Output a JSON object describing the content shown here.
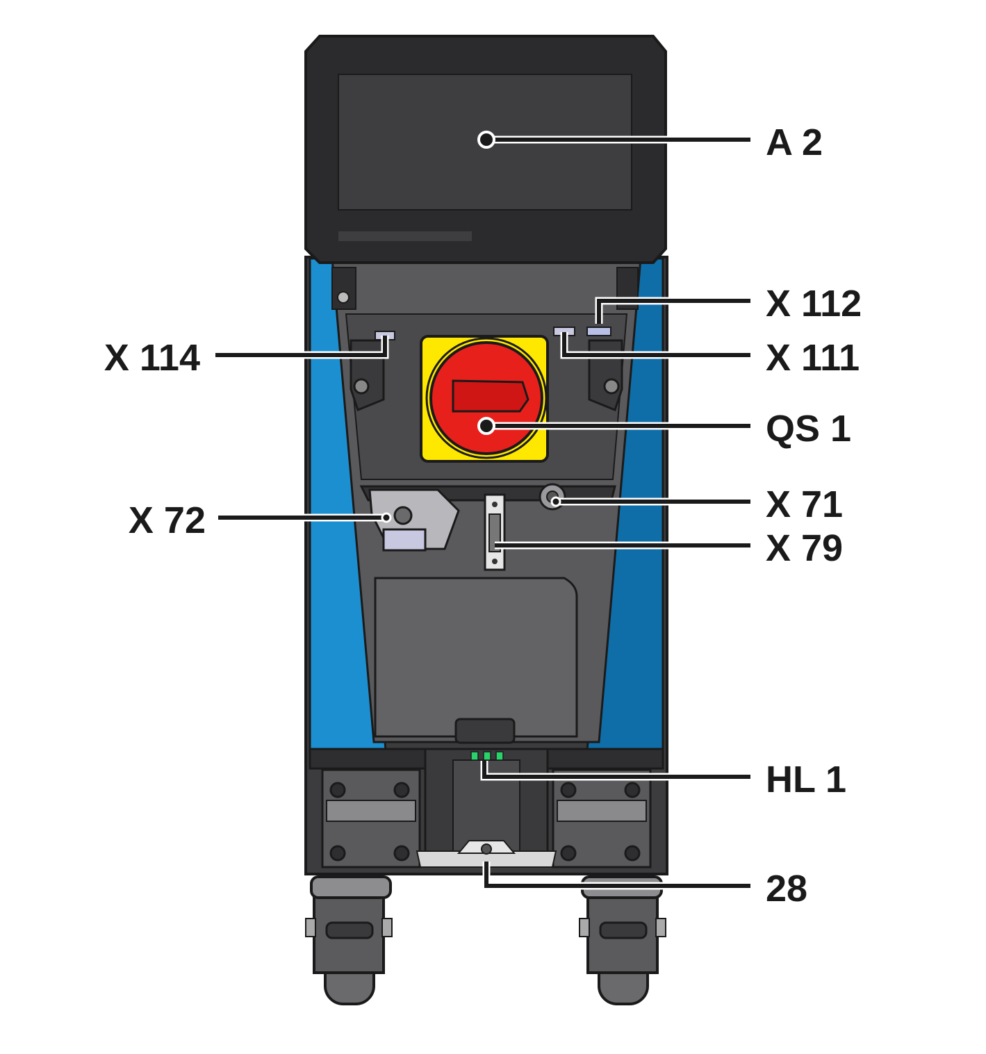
{
  "colors": {
    "blue": "#1c8fd0",
    "blue_dark": "#0f6ea8",
    "body": "#3c3c3e",
    "panel": "#5a5a5d",
    "screen_frame": "#2b2b2d",
    "screen": "#3e3e41",
    "switch_yellow": "#ffe800",
    "switch_red": "#e8201c",
    "led_green": "#2bd26a"
  },
  "labels": {
    "a2": "A 2",
    "x112": "X 112",
    "x114": "X 114",
    "x111": "X 111",
    "qs1": "QS 1",
    "x72": "X 72",
    "x71": "X 71",
    "x79": "X 79",
    "hl1": "HL 1",
    "n28": "28"
  }
}
